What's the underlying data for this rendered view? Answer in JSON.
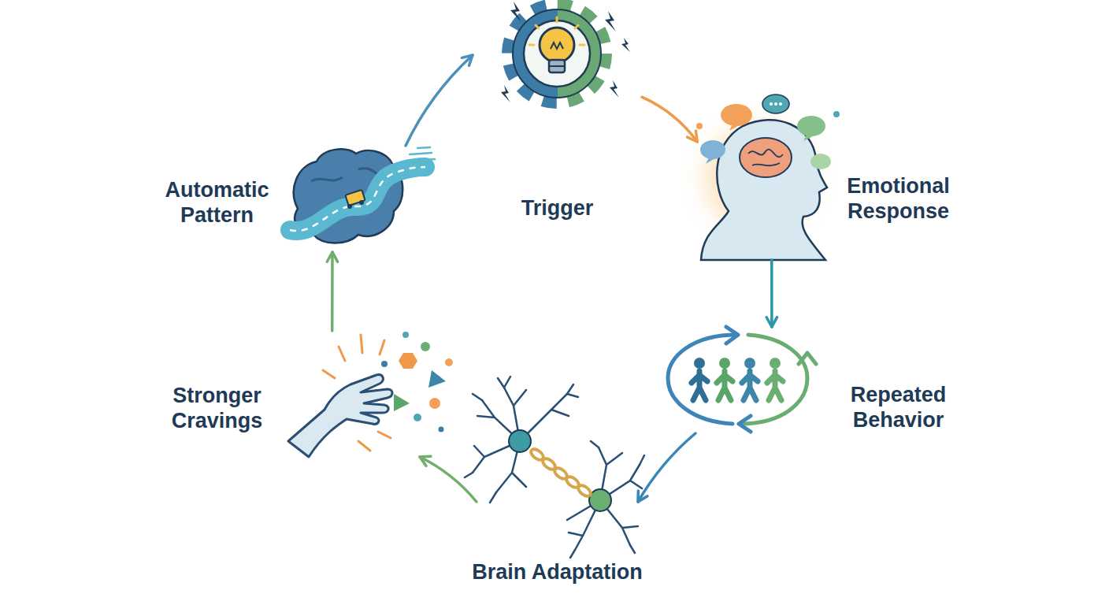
{
  "diagram": {
    "nodes": [
      {
        "text": [
          "Trigger"
        ]
      },
      {
        "text": [
          "Emotional Response"
        ]
      },
      {
        "text": [
          "Repeated Behavior"
        ]
      },
      {
        "text": [
          "Brain Adaptation"
        ]
      },
      {
        "text": [
          "Stronger Cravings"
        ]
      },
      {
        "text": [
          "Automatic Pattern"
        ]
      }
    ],
    "edges": [
      {
        "from": 0,
        "to": 1,
        "arrow": "to"
      },
      {
        "from": 1,
        "to": 2,
        "arrow": "to"
      },
      {
        "from": 2,
        "to": 3,
        "arrow": "to"
      },
      {
        "from": 3,
        "to": 4,
        "arrow": "to"
      },
      {
        "from": 4,
        "to": 5,
        "arrow": "to"
      },
      {
        "from": 5,
        "to": 0,
        "arrow": "to"
      }
    ]
  }
}
